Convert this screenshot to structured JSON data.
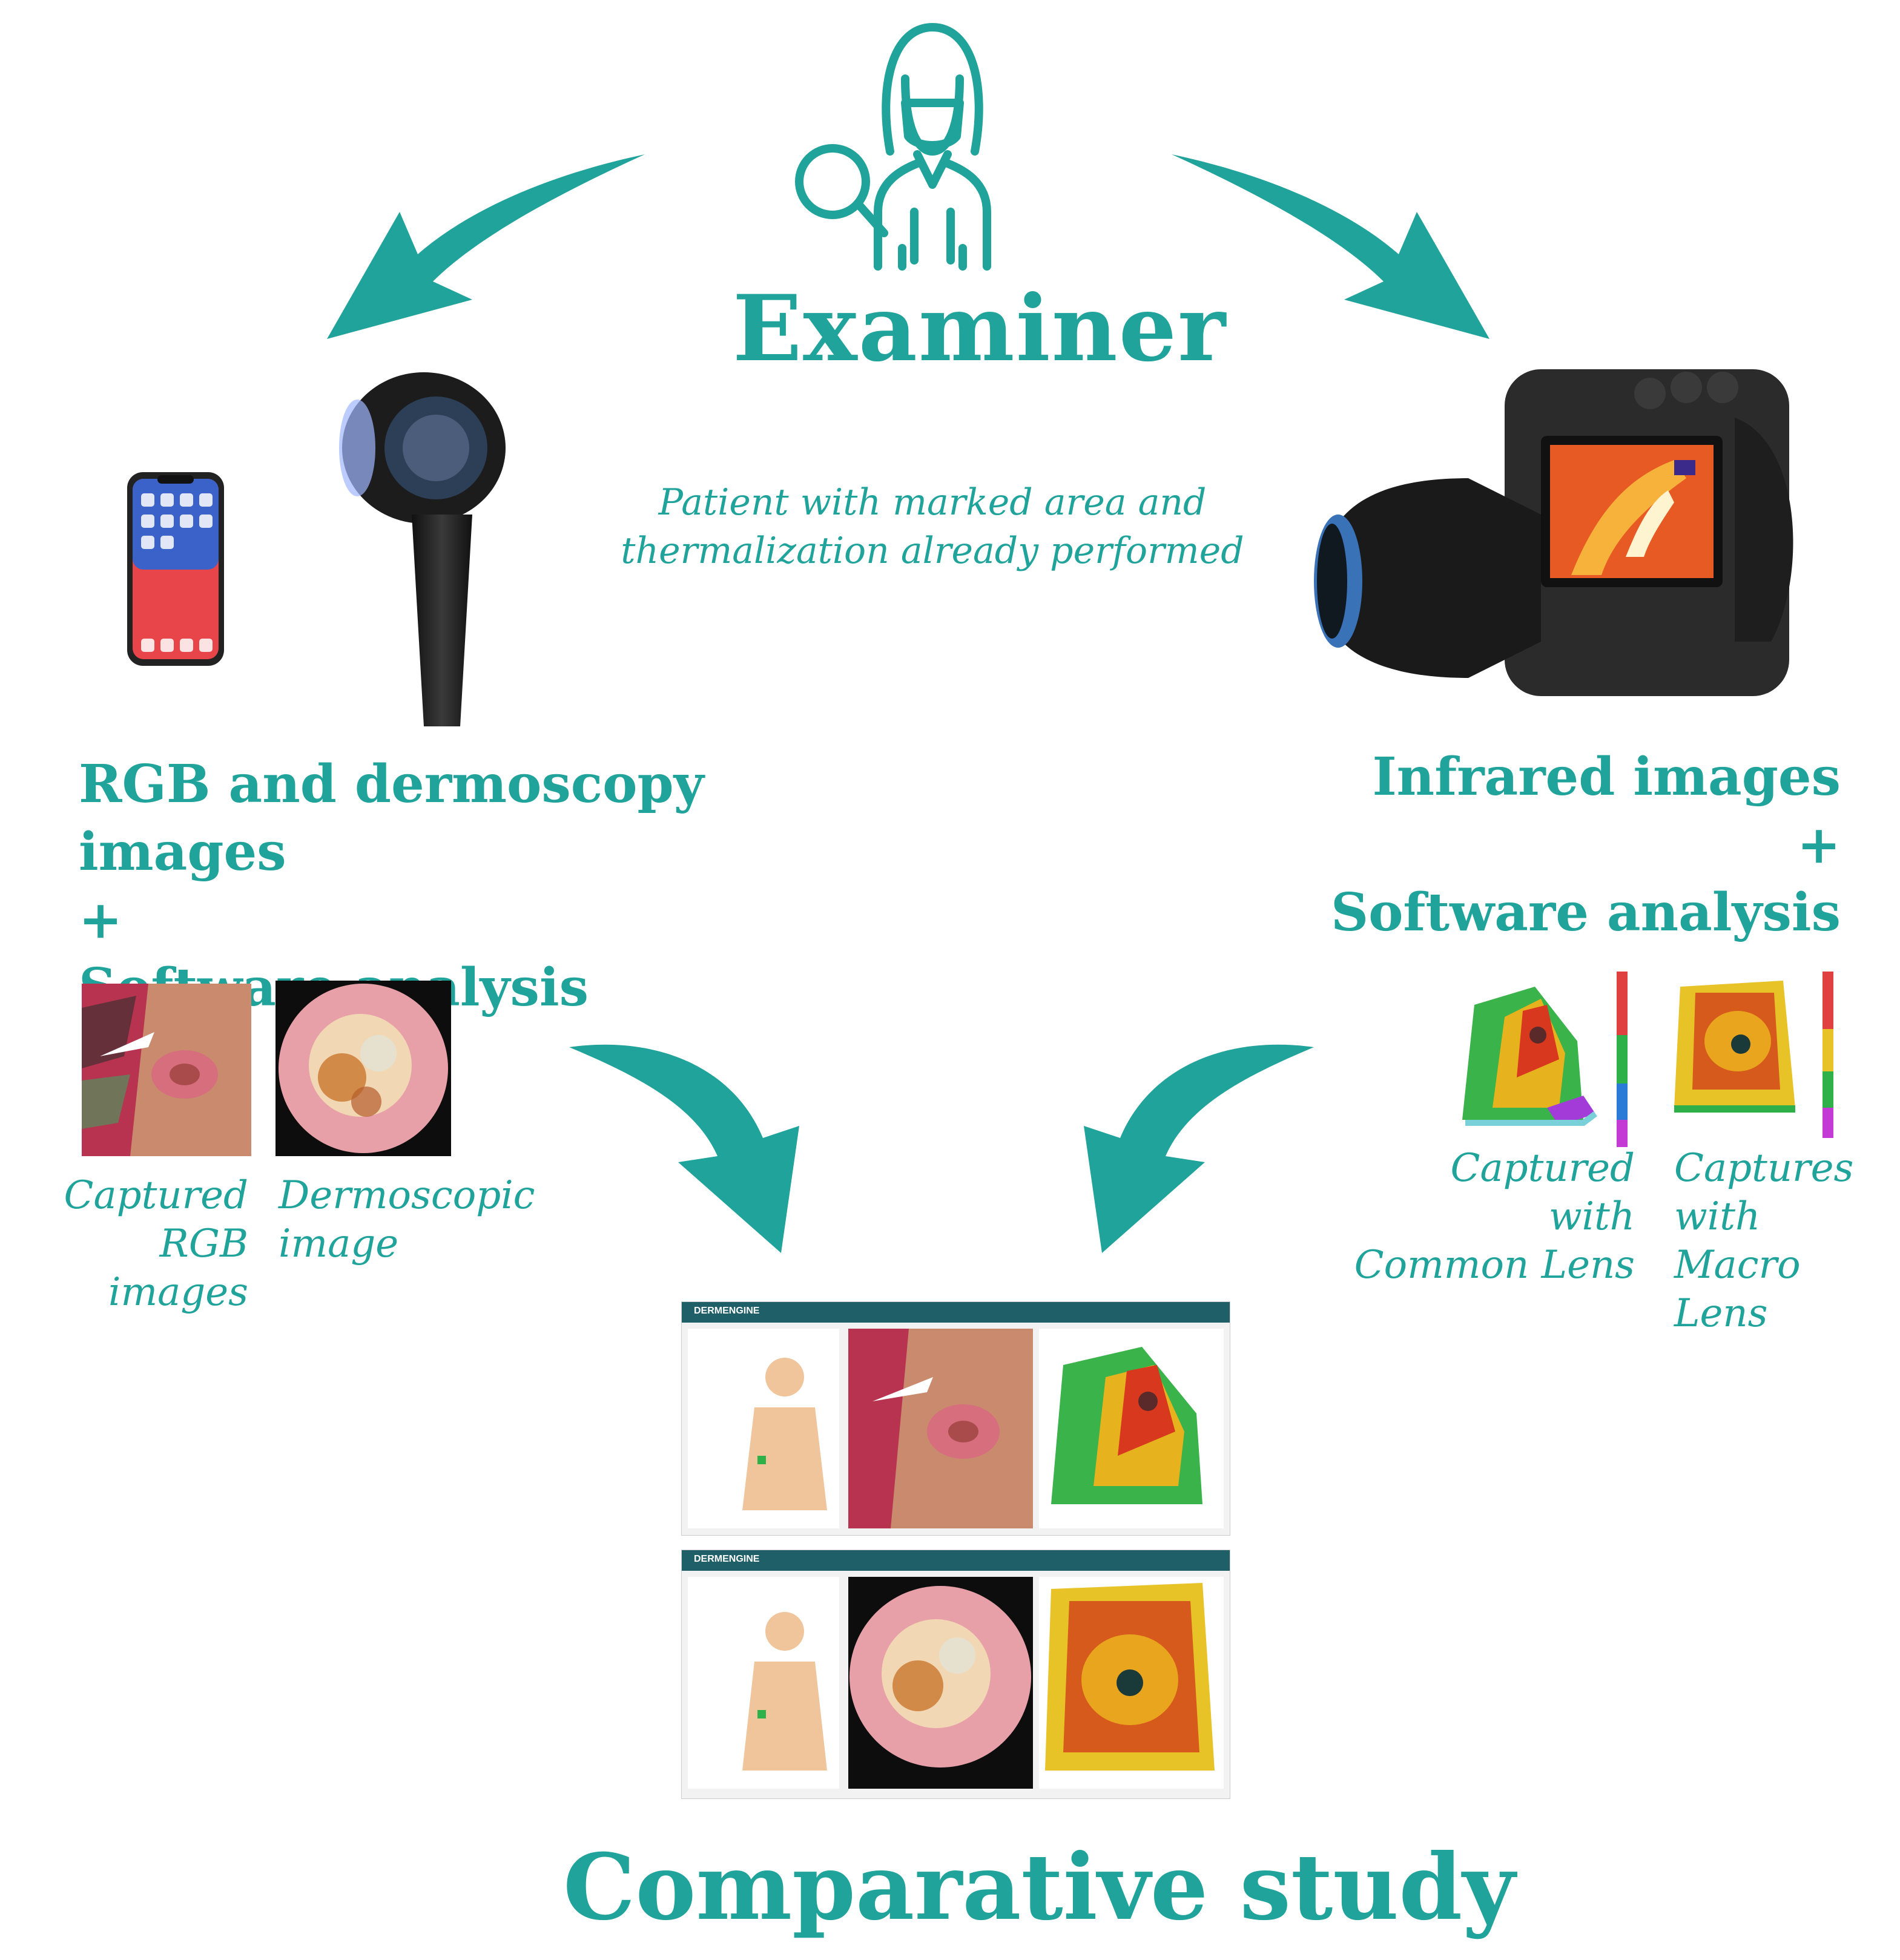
{
  "title": "Examiner",
  "note": {
    "line1": "Patient with marked area and",
    "line2": "thermalization already performed"
  },
  "left": {
    "heading_line1": "RGB and dermoscopy images",
    "plus": "+",
    "heading_line2": "Software analysis",
    "captions": [
      {
        "line1": "Captured",
        "line2": "RGB images"
      },
      {
        "line1": "Dermoscopic",
        "line2": "image"
      }
    ]
  },
  "right": {
    "heading_line1": "Infrared images",
    "plus": "+",
    "heading_line2": "Software analysis",
    "captions": [
      {
        "line1": "Captured",
        "line2": "with",
        "line3": "Common Lens"
      },
      {
        "line1": "Captures",
        "line2": "with",
        "line3": "Macro Lens"
      }
    ]
  },
  "software_brand": "DERMENGINE",
  "footer": "Comparative study",
  "colors": {
    "teal": "#1fa39a"
  },
  "icons": [
    "examiner-icon",
    "magnifier-icon",
    "smartphone-icon",
    "dermatoscope-icon",
    "thermal-camera-icon"
  ]
}
